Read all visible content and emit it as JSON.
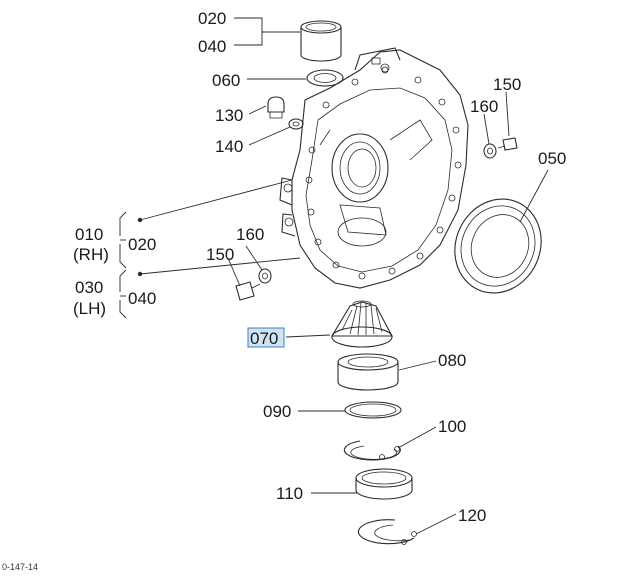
{
  "callouts": {
    "c020_top": "020",
    "c040_top": "040",
    "c060": "060",
    "c130": "130",
    "c140": "140",
    "c150_right": "150",
    "c160_right": "160",
    "c050": "050",
    "c010": "010",
    "c_rh": "(RH)",
    "c020_side": "020",
    "c030": "030",
    "c_lh": "(LH)",
    "c040_side": "040",
    "c160_left": "160",
    "c150_left": "150",
    "c070": "070",
    "c080": "080",
    "c090": "090",
    "c100": "100",
    "c110": "110",
    "c120": "120"
  },
  "figure_code": "0-147-14",
  "selected_callout": "070",
  "colors": {
    "line": "#2b2b2b",
    "selection_fill": "#cfe3f7",
    "selection_border": "#3f7fc0"
  }
}
